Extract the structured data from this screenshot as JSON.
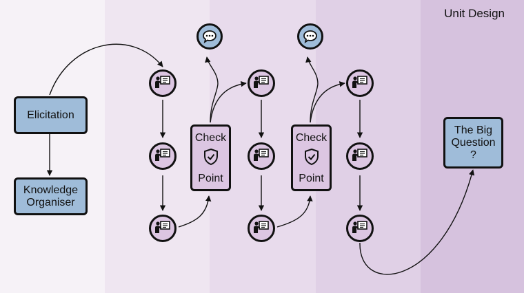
{
  "diagram": {
    "title": "Unit Design",
    "elicitation": "Elicitation",
    "knowledge_organiser": [
      "Knowledge",
      "Organiser"
    ],
    "checkpoint_1": {
      "top": "Check",
      "bottom": "Point"
    },
    "checkpoint_2": {
      "top": "Check",
      "bottom": "Point"
    },
    "big_question": [
      "The Big",
      "Question",
      "?"
    ]
  },
  "colors": {
    "band_1": "#f6f2f7",
    "band_2": "#efe6f1",
    "band_3": "#e8dbec",
    "band_4": "#e0d0e6",
    "band_5": "#d6c2de",
    "box_blue": "#9fbcd9",
    "node_purple": "#dcc6e2"
  },
  "icons": {
    "lesson": "teacher-at-board-icon",
    "discussion": "speech-bubble-icon",
    "checkpoint": "shield-check-icon"
  }
}
